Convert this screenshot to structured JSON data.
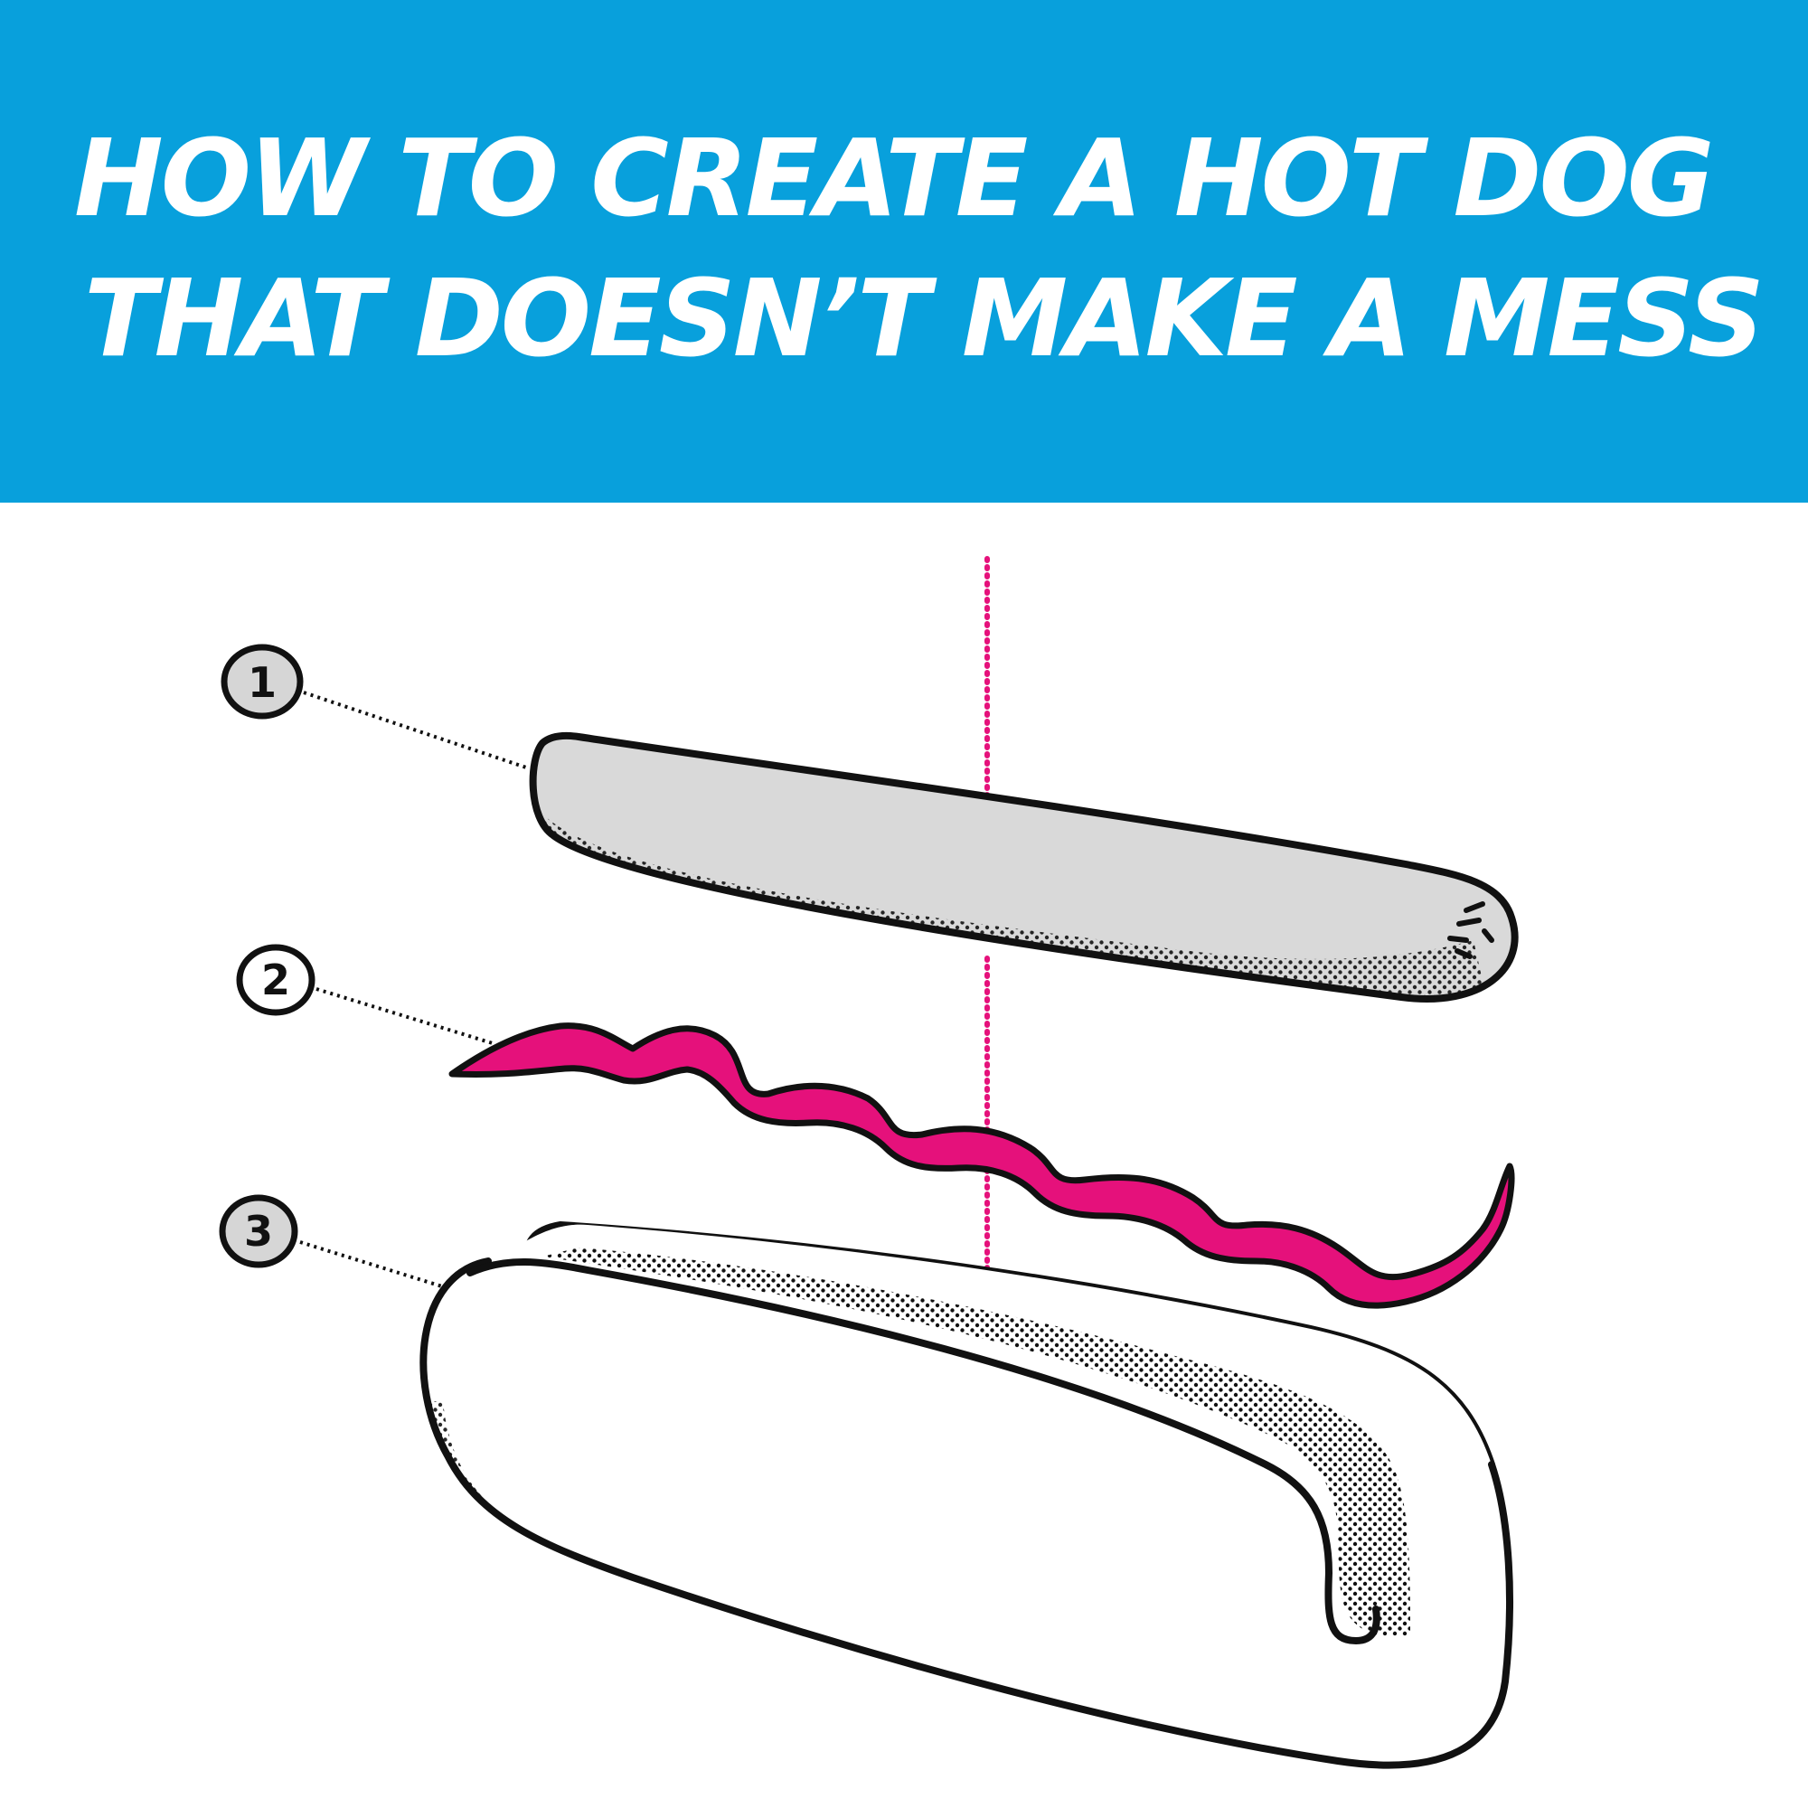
{
  "header": {
    "title_line_1": "HOW TO CREATE A HOT DOG",
    "title_line_2": "THAT DOESN’T MAKE A MESS"
  },
  "callouts": [
    {
      "number": "1",
      "part": "sausage"
    },
    {
      "number": "2",
      "part": "ketchup"
    },
    {
      "number": "3",
      "part": "bun"
    }
  ],
  "colors": {
    "banner": "#08a0dc",
    "title_text": "#ffffff",
    "sausage_fill": "#d9d9d9",
    "ketchup": "#e5117b",
    "arrow": "#e5117b",
    "outline": "#111111"
  }
}
